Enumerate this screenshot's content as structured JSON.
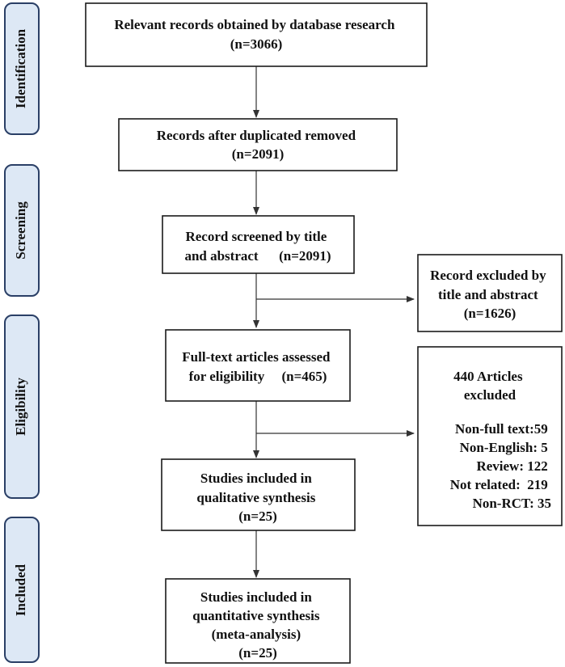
{
  "colors": {
    "stage_fill": "#dde8f5",
    "stage_border": "#2a3f66",
    "box_border": "#1a1a1a",
    "text": "#111111"
  },
  "stages": {
    "identification": "Identification",
    "screening": "Screening",
    "eligibility": "Eligibility",
    "included": "Included"
  },
  "boxes": {
    "database_records": {
      "lines": [
        "Relevant records obtained by database research",
        "(n=3066)"
      ]
    },
    "duplicates_removed": {
      "lines": [
        "Records after duplicated removed",
        "(n=2091)"
      ]
    },
    "screened": {
      "lines": [
        "Record screened by title",
        "and abstract      (n=2091)"
      ]
    },
    "excluded_title_abstract": {
      "lines": [
        "Record excluded by",
        "title and abstract",
        "(n=1626)"
      ]
    },
    "full_text_assessed": {
      "lines": [
        "Full-text articles assessed",
        "for eligibility     (n=465)"
      ]
    },
    "articles_excluded": {
      "title_lines": [
        "440 Articles",
        "excluded"
      ],
      "reasons": [
        "Non-full text:59",
        "Non-English: 5",
        "Review: 122",
        "Not related:  219",
        "Non-RCT: 35"
      ]
    },
    "qualitative": {
      "lines": [
        "Studies included in",
        "qualitative synthesis",
        "(n=25)"
      ]
    },
    "quantitative": {
      "lines": [
        "Studies included in",
        "quantitative synthesis",
        "(meta-analysis)",
        "(n=25)"
      ]
    }
  }
}
